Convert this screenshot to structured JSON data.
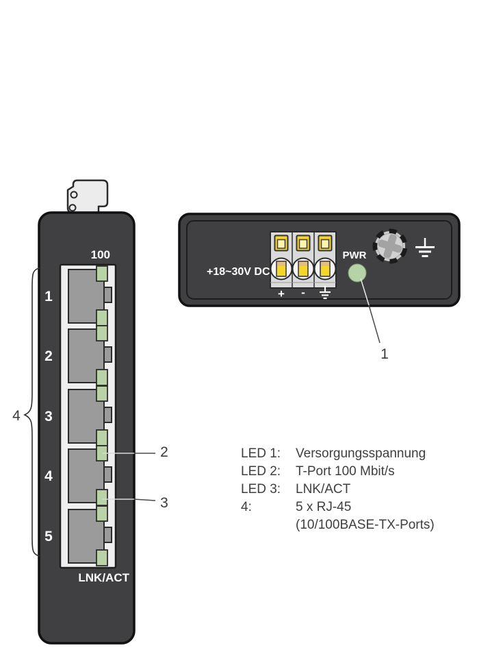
{
  "figure": {
    "description_implicit": "industrial 5-port Ethernet switch diagram, front view and top view"
  },
  "front_view": {
    "speed_label": "100",
    "lnk_act_label": "LNK/ACT",
    "ports": [
      "1",
      "2",
      "3",
      "4",
      "5"
    ]
  },
  "top_view": {
    "voltage_label": "+18~30V DC",
    "pwr_label": "PWR",
    "plus_label": "+",
    "minus_label": "-"
  },
  "callouts": {
    "pwr": "1",
    "speed": "2",
    "lnk": "3",
    "group": "4"
  },
  "legend": {
    "rows": [
      {
        "label": "LED 1:",
        "value": "Versorgungsspannung"
      },
      {
        "label": "LED 2:",
        "value": "T-Port 100 Mbit/s"
      },
      {
        "label": "LED 3:",
        "value": "LNK/ACT"
      },
      {
        "label": "4:",
        "value": "5 x RJ-45"
      },
      {
        "label": "",
        "value": "(10/100BASE-TX-Ports)"
      }
    ]
  },
  "palette": {
    "body_dark": "#404042",
    "outline": "#151515",
    "bezel_white": "#efefef",
    "jack_gray": "#9b9b9b",
    "led_green": "#b9d3a6",
    "terminal_housing": "#dadada",
    "terminal_yellow": "#f2d62c",
    "screw_band_tan": "#e2bd88",
    "screw_gray": "#d0d0d0"
  }
}
